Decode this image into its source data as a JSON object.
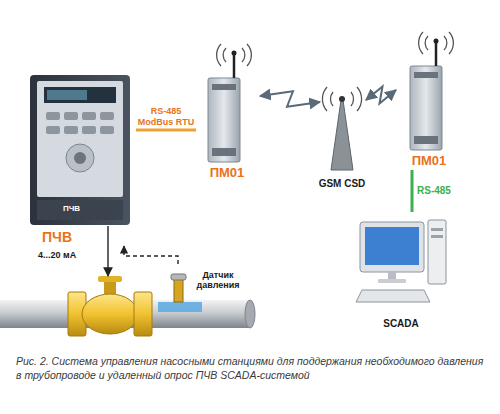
{
  "diagram": {
    "caption": "Рис. 2. Система управления насосными станциями для поддержания необходимого давления в трубопроводе и удаленный опрос ПЧВ SCADA-системой",
    "nodes": [
      {
        "text": [
          "ПЧВ"
        ]
      },
      {
        "text": [
          "ПМ01"
        ]
      },
      {
        "text": [
          "GSM CSD"
        ]
      },
      {
        "text": [
          "ПМ01"
        ]
      },
      {
        "text": [
          "SCADA"
        ]
      },
      {
        "text": [
          "Датчик давления"
        ]
      }
    ],
    "edges": [
      {
        "from": 0,
        "to": 1,
        "arrow": "none",
        "label": "RS-485 ModBus RTU"
      },
      {
        "from": 1,
        "to": 2,
        "arrow": "both"
      },
      {
        "from": 2,
        "to": 3,
        "arrow": "both"
      },
      {
        "from": 3,
        "to": 4,
        "arrow": "none",
        "label": "RS-485"
      },
      {
        "from": 5,
        "to": 0,
        "arrow": "to"
      }
    ],
    "labels": [
      "ПЧВ",
      "4...20 мА"
    ]
  }
}
